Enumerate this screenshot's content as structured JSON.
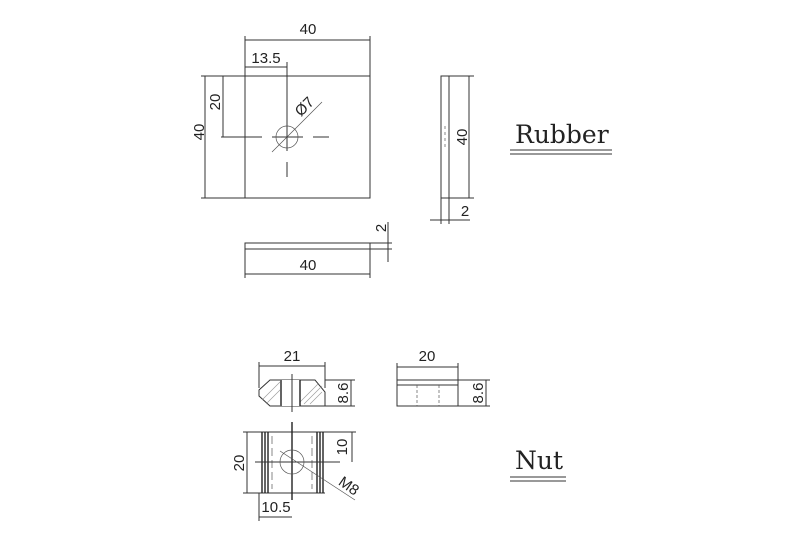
{
  "rubber": {
    "label": "Rubber",
    "front": {
      "width": "40",
      "height": "40",
      "hole_x": "13.5",
      "hole_y": "20",
      "hole_diameter": "Ø7"
    },
    "side": {
      "height": "40",
      "thickness": "2"
    },
    "bottom": {
      "width": "40",
      "thickness": "2"
    }
  },
  "nut": {
    "label": "Nut",
    "front": {
      "width": "21",
      "height": "8.6"
    },
    "side": {
      "width": "20",
      "height": "8.6"
    },
    "top": {
      "height": "20",
      "half_height": "10",
      "half_width": "10.5",
      "thread": "M8"
    }
  }
}
